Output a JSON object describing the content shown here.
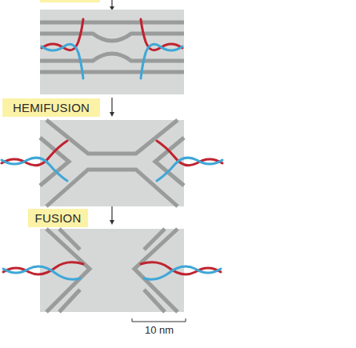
{
  "diagram": {
    "labels": [
      "HEMIFUSION",
      "FUSION",
      "10 nm"
    ]
  }
}
